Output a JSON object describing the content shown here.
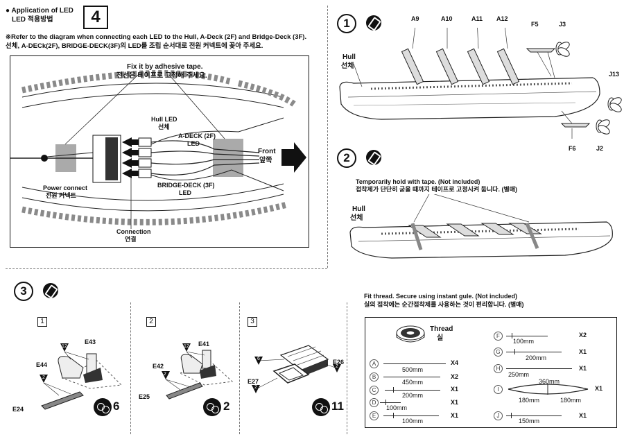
{
  "header": {
    "bullet": "●",
    "title_en": "Application of LED",
    "title_ko": "LED 적용방법",
    "step_number": "4",
    "note_en": "※Refer to the diagram when connecting each LED to the Hull, A-Deck (2F) and Bridge-Deck (3F).",
    "note_ko": "선체, A-DECk(2F), BRIDGE-DECK(3F)의 LED를 조립 순서대로 전원 커넥트에 꽂아 주세요."
  },
  "led_diagram": {
    "tape_en": "Fix it by adhesive tape.",
    "tape_ko": "전선은 테이프로 고정해 주세요.",
    "hull_led_en": "Hull LED",
    "hull_led_ko": "선체",
    "adeck_en": "A-DECK (2F)",
    "adeck_ko": "LED",
    "bridge_en": "BRIDGE-DECK (3F)",
    "bridge_ko": "LED",
    "power_en": "Power connect",
    "power_ko": "전원 커넥트",
    "connection_en": "Connection",
    "connection_ko": "연결",
    "front_en": "Front",
    "front_ko": "앞쪽"
  },
  "step1": {
    "number": "1",
    "parts_top": [
      "A9",
      "A10",
      "A11",
      "A12",
      "F5",
      "J3"
    ],
    "hull_en": "Hull",
    "hull_ko": "선체",
    "j13": "J13",
    "f6": "F6",
    "j2": "J2"
  },
  "step2": {
    "number": "2",
    "tape_en": "Temporarily hold with tape. (Not included)",
    "tape_ko": "접착제가 단단히 굳을 때까지 테이프로 고정시켜 둡니다. (별매)",
    "hull_en": "Hull",
    "hull_ko": "선체"
  },
  "step3": {
    "number": "3",
    "sub1": {
      "label": "1",
      "e43": "E43",
      "e44": "E44",
      "e24": "E24",
      "tri_a": "12",
      "tri_b": "2",
      "qty": "6"
    },
    "sub2": {
      "label": "2",
      "e41": "E41",
      "e42": "E42",
      "e25": "E25",
      "tri_a": "12",
      "tri_b": "2",
      "qty": "2"
    },
    "sub3": {
      "label": "3",
      "e26": "E26",
      "e27": "E27",
      "tri_a": "6",
      "tri_b": "2",
      "tri_c": "2",
      "qty": "11"
    }
  },
  "thread": {
    "title_en": "Fit thread. Secure using instant gule. (Not included)",
    "title_ko": "실의 접착에는 순간접착제를 사용하는 것이 편리합니다. (별매)",
    "spool_en": "Thread",
    "spool_ko": "실",
    "items": [
      {
        "letter": "A",
        "length": "500mm",
        "qty": "X4"
      },
      {
        "letter": "B",
        "length": "450mm",
        "qty": "X2"
      },
      {
        "letter": "C",
        "length": "200mm",
        "qty": "X1"
      },
      {
        "letter": "D",
        "length": "100mm",
        "qty": "X1"
      },
      {
        "letter": "E",
        "length": "100mm",
        "qty": "X1"
      },
      {
        "letter": "F",
        "length": "100mm",
        "qty": "X2"
      },
      {
        "letter": "G",
        "length": "200mm",
        "qty": "X1"
      },
      {
        "letter": "H",
        "length": "250mm",
        "qty": "X1"
      },
      {
        "letter": "I",
        "length_top": "360mm",
        "length_left": "180mm",
        "length_right": "180mm",
        "qty": "X1"
      },
      {
        "letter": "J",
        "length": "150mm",
        "qty": "X1"
      }
    ]
  },
  "colors": {
    "ink": "#111111",
    "grey_block": "#aaaaaa",
    "led_strip": "#8a8a8a"
  }
}
